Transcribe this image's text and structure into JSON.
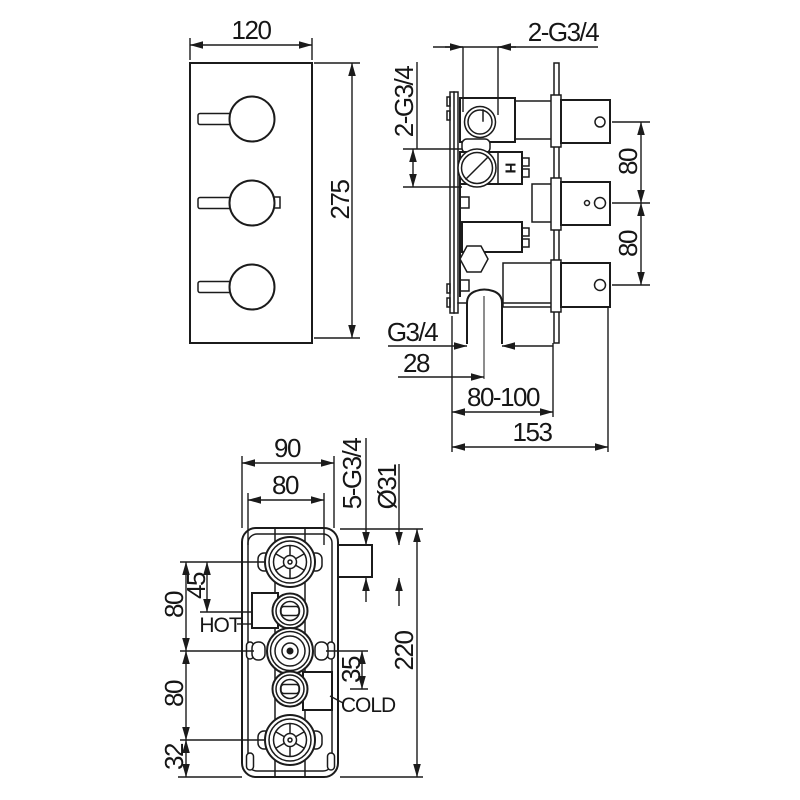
{
  "drawing": {
    "type": "thermostatic-shower-valve-technical-drawing",
    "line_color": "#1b1b1b",
    "background": "#ffffff"
  },
  "front_view": {
    "width": "120",
    "height": "275"
  },
  "side_view": {
    "top_ports": "2-G3/4",
    "rear_ports": "2-G3/4",
    "hot_marker": "H",
    "spacing_upper": "80",
    "spacing_lower": "80",
    "outlet_thread": "G3/4",
    "outlet_offset": "28",
    "depth_range": "80-100",
    "depth_total": "153"
  },
  "plan_view": {
    "width_overall": "90",
    "width_body": "80",
    "ports_thread": "5-G3/4",
    "port_diameter": "Ø31",
    "offset_top": "45",
    "spacing_upper": "80",
    "spacing_lower": "80",
    "offset_bottom": "32",
    "offset_cold": "35",
    "height_overall": "220",
    "hot_label": "HOT",
    "cold_label": "COLD"
  }
}
